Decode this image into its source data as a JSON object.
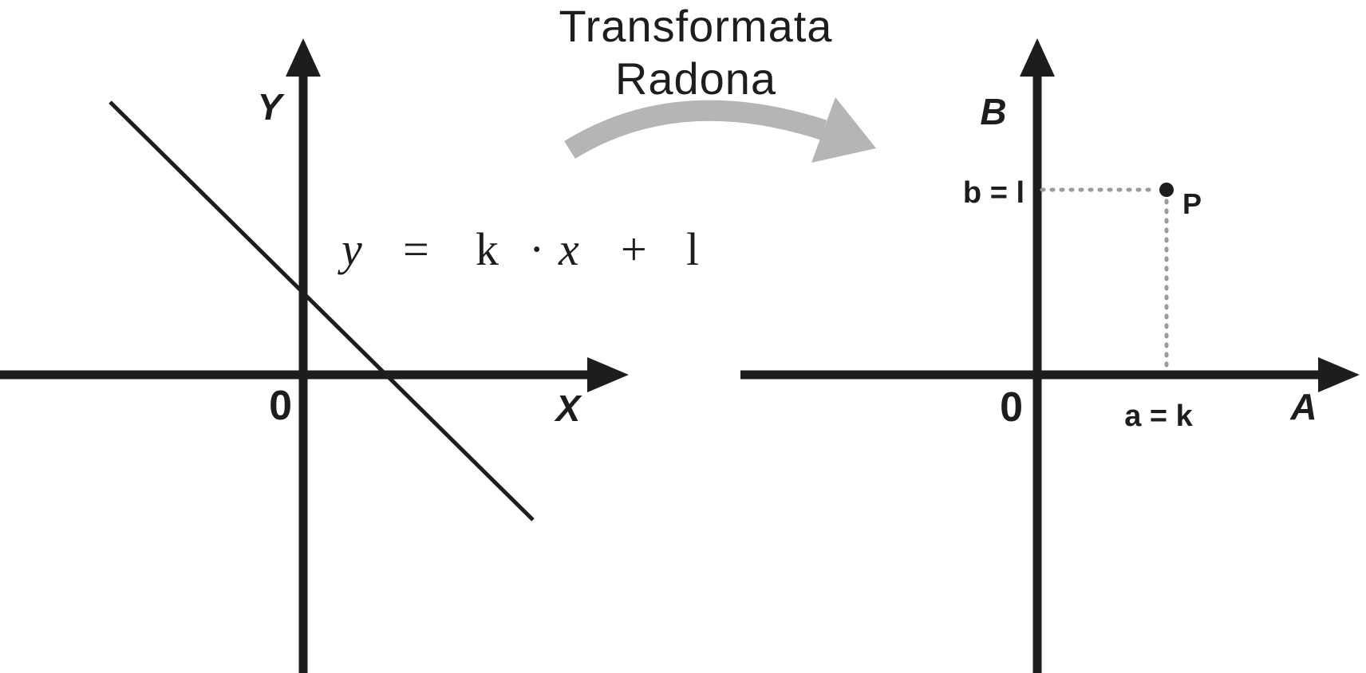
{
  "title": {
    "line1": "Transformata",
    "line2": "Radona"
  },
  "left_plot": {
    "y_axis_label": "Y",
    "x_axis_label": "X",
    "origin_label": "0",
    "equation": {
      "text": "y = k · x + l",
      "parts": [
        "y",
        "=",
        "k",
        "·",
        "x",
        "+",
        "l"
      ]
    }
  },
  "right_plot": {
    "b_axis_label": "B",
    "a_axis_label": "A",
    "origin_label": "0",
    "point_label": "P",
    "b_value_label": "b = l",
    "a_value_label": "a = k"
  },
  "colors": {
    "ink": "#1d1d1d",
    "transform_arrow_gray": "#b5b5b5",
    "dotted_gray": "#9b9b9b"
  }
}
